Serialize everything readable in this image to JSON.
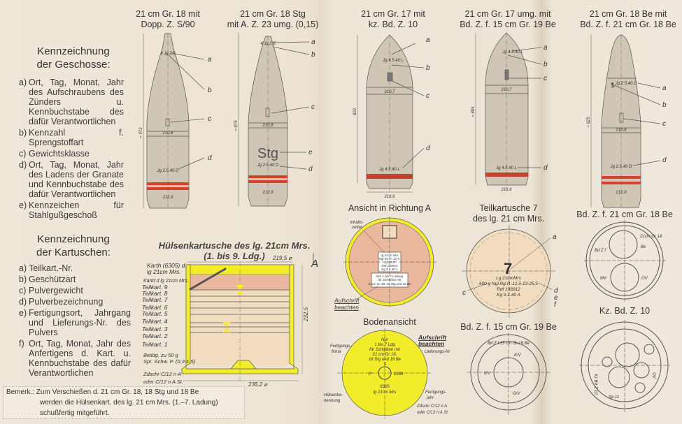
{
  "projectiles_legend": {
    "heading_1": "Kennzeichnung",
    "heading_2": "der Geschosse:",
    "items": [
      {
        "key": "a)",
        "text": "Ort, Tag, Monat, Jahr des Aufschraubens des Zünders u. Kennbuchstabe des dafür Verantwortlichen"
      },
      {
        "key": "b)",
        "text": "Kennzahl f. Sprengstoffart"
      },
      {
        "key": "c)",
        "text": "Gewichtsklasse"
      },
      {
        "key": "d)",
        "text": "Ort, Tag, Monat, Jahr des Ladens der Granate und Kennbuchstabe des dafür Verantwortlichen"
      },
      {
        "key": "e)",
        "text": "Kennzeichen für Stahlgußgeschoß"
      }
    ]
  },
  "cartridge_legend": {
    "heading_1": "Kennzeichnung",
    "heading_2": "der Kartuschen:",
    "items": [
      {
        "key": "a)",
        "text": "Teilkart.-Nr."
      },
      {
        "key": "b)",
        "text": "Geschützart"
      },
      {
        "key": "c)",
        "text": "Pulvergewicht"
      },
      {
        "key": "d)",
        "text": "Pulverbezeichnung"
      },
      {
        "key": "e)",
        "text": "Fertigungsort, Jahrgang und Lieferungs-Nr. des Pulvers"
      },
      {
        "key": "f)",
        "text": "Ort, Tag, Monat, Jahr des Anfertigens d. Kart. u. Kennbuchstabe des dafür Verantwortlichen"
      }
    ]
  },
  "note": {
    "label": "Bemerk.:",
    "line1": "Zum Verschießen d. 21 cm Gr. 18, 18 Stg und 18 Be",
    "line2": "werden die Hülsenkart. des lg. 21 cm Mrs. (1.–7. Ladung)",
    "line3": "schußfertig mitgeführt."
  },
  "shells": [
    {
      "title1": "21 cm Gr. 18 mit",
      "title2": "Dopp. Z. S/90",
      "mark_top": "4 Jg 2.5",
      "mark_d": "Jg 2.5.40 D",
      "dia1": "210,8",
      "dia2": "212,9",
      "length": "≈ 972",
      "labels": [
        "a",
        "b",
        "c",
        "d"
      ]
    },
    {
      "title1": "21 cm Gr. 18 Stg",
      "title2": "mit A. Z. 23 umg. (0,15)",
      "mark_top": "4 Jg 2.5",
      "mark_d": "Jg 2.5.40 D",
      "stg": "Stg",
      "dia1": "210,8",
      "dia2": "212,9",
      "length": "≈ 875",
      "labels": [
        "a",
        "b",
        "c",
        "e",
        "d"
      ]
    },
    {
      "title1": "21 cm Gr. 17 mit",
      "title2": "kz. Bd. Z. 10",
      "mark_top": "Jg 4.5.40 L",
      "mark_d": "Jg 4.5.40 L",
      "dia1": "210,7",
      "dia2": "216,6",
      "length": "820",
      "labels": [
        "a",
        "b",
        "c",
        "d"
      ]
    },
    {
      "title1": "21 cm Gr. 17 umg. mit",
      "title2": "Bd. Z. f. 15 cm Gr. 19 Be",
      "mark_top": "Jg 4.5.40 L",
      "mark_d": "Jg 4.5.40 L",
      "dia1": "210,7",
      "dia2": "216,6",
      "length": "≈ 805",
      "labels": [
        "a",
        "b",
        "c",
        "d"
      ]
    },
    {
      "title1": "21 cm Gr. 18 Be mit",
      "title2": "Bd. Z. f. 21 cm Gr. 18 Be",
      "mark_top": "Jg 2.5.40 D",
      "mark_b": "1",
      "mark_d": "Jg 2.5.40 D",
      "dia1": "210,8",
      "dia2": "212,9",
      "length": "≈ 925",
      "labels": [
        "a",
        "b",
        "c",
        "d"
      ]
    }
  ],
  "cartridge": {
    "title": "Hülsenkartusche des lg. 21cm Mrs.",
    "subtitle": "(1. bis 9. Ldg.)",
    "dim_top": "219,5 ⌀",
    "dim_height": "232,5",
    "dim_bottom": "236,2 ⌀",
    "direction": "A",
    "parts": [
      "Karth (6305) d.",
      "lg 21cm Mrs.",
      "Kartd d lg 21cm Mrs.",
      "Teilkart. 9",
      "Teilkart. 8",
      "Teilkart. 7",
      "Teilkart. 6",
      "Teilkart. 5",
      "Teilkart. 4",
      "Teilkart. 3",
      "Teilkart. 2",
      "Teilkart. 1",
      "Beildg. zu 50 g",
      "Spr. Schw. P. (0,3-1,5)",
      "Zdschr C/12 n A",
      "oder C/12 n A St."
    ]
  },
  "view_a": {
    "title": "Ansicht in Richtung A",
    "content_label": "Inhalts-",
    "content_label2": "zettel",
    "box1": [
      "lg 21cm Mrs",
      "Ngl Ro P -12,5-",
      "13-25,5",
      "Rdf 193912",
      "Kg 9.1.40 A"
    ],
    "box2": [
      "Nur 1 bis 7 Ladung",
      "für Schießen mit",
      "21cm Gr 18, 18 Stg und 18 Be"
    ],
    "note1": "Aufschrift",
    "note2": "beachten"
  },
  "bottom_view": {
    "title": "Bodenansicht",
    "center_text": [
      "Nur",
      "1 bis 7 Ldg",
      "für Schießen mit",
      "21 cm Gr 18,",
      "18 Stg und 18 Be",
      "3"
    ],
    "left_mark": "P",
    "right_mark": "1939",
    "lower_text": [
      "6305",
      "lg 21cm Mrs"
    ],
    "note1": "Aufschrift",
    "note2": "beachten",
    "callouts": [
      "Fertigungs-",
      "firma",
      "Lieferungs-Nr",
      "Hülsenbe-",
      "nennung",
      "Fertigungs-",
      "jahr",
      "Zdschr C/12 n A",
      "oder C/12 n A St"
    ]
  },
  "partial_charge": {
    "title1": "Teilkartusche 7",
    "title2": "des lg. 21 cm Mrs.",
    "number": "7",
    "lines": [
      "Lg.21cmMrs",
      "600 g Ngl.Rg.P.-12,5-13-25,5",
      "Rdf 193912",
      "Kg 9.1.40 A"
    ],
    "labels": [
      "a",
      "c",
      "d",
      "e",
      "f"
    ]
  },
  "fuze_15": {
    "title": "Bd. Z. f. 15 cm Gr. 19 Be",
    "ring_text": "Bd Z f 15 cm Gr 19 Be",
    "marks": [
      "K/V",
      "0/V",
      "G/V"
    ]
  },
  "fuze_21": {
    "title": "Bd. Z. f. 21 cm Gr. 18 Be",
    "ring_text1": "Bd Z f",
    "ring_text2": "21cm Gr 18",
    "ring_text3": "Be",
    "marks": [
      "MV",
      "OV"
    ]
  },
  "fuze_kz": {
    "title": "Kz. Bd. Z. 10",
    "ring_text": "Kz Bd Z 10",
    "mark": "Sp 11",
    "mark2": "OV"
  },
  "colors": {
    "paper": "#ece4d6",
    "shell": "#cfc6b5",
    "band": "#d9412e",
    "yellow": "#f2ec2a",
    "pink": "#eab89c",
    "charge": "#f2dcc0"
  }
}
